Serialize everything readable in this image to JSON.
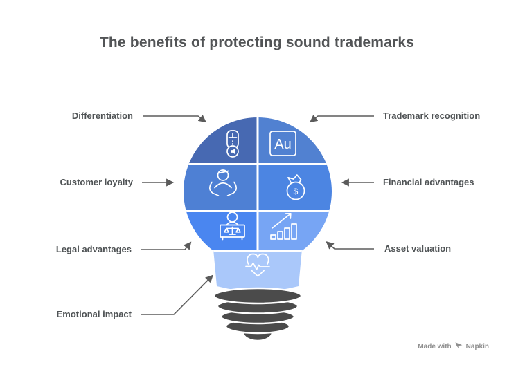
{
  "title": "The benefits of protecting sound trademarks",
  "colors": {
    "background": "#ffffff",
    "title_text": "#525456",
    "label_text": "#4f5355",
    "arrow": "#5b5b5b",
    "icon_stroke": "#ffffff",
    "divider": "#ffffff",
    "footer_text": "#8e8e8e"
  },
  "bulb": {
    "base_color": "#4b4b4b",
    "sections": [
      {
        "label": "Differentiation",
        "icon": "volume-slider-icon",
        "color": "#4769b2",
        "position": "top-left"
      },
      {
        "label": "Trademark recognition",
        "icon": "gold-au-icon",
        "color": "#5181d1",
        "position": "top-right",
        "icon_text": "Au"
      },
      {
        "label": "Customer loyalty",
        "icon": "person-in-hands-icon",
        "color": "#4e80d4",
        "position": "middle-left"
      },
      {
        "label": "Financial advantages",
        "icon": "money-bag-icon",
        "color": "#4c85e2",
        "position": "middle-right",
        "icon_text": "$"
      },
      {
        "label": "Legal advantages",
        "icon": "scales-desk-icon",
        "color": "#4a86f0",
        "position": "bottom-left"
      },
      {
        "label": "Asset valuation",
        "icon": "growth-chart-icon",
        "color": "#77a5f4",
        "position": "bottom-right"
      },
      {
        "label": "Emotional impact",
        "icon": "heartbeat-icon",
        "color": "#aac8fa",
        "position": "neck"
      }
    ]
  },
  "footer": {
    "made_with": "Made with",
    "brand": "Napkin"
  }
}
